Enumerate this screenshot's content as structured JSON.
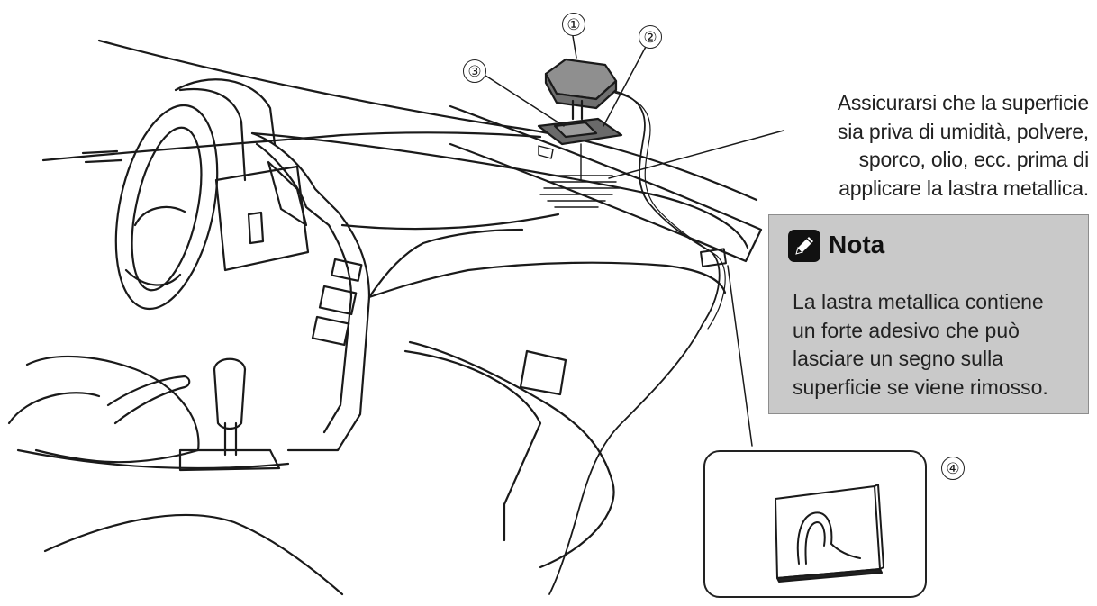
{
  "callouts": {
    "n1": "①",
    "n2": "②",
    "n3": "③",
    "n4": "④"
  },
  "surface_note": {
    "lines": [
      "Assicurarsi che la superficie",
      "sia priva di umidità, polvere,",
      "sporco, olio, ecc. prima di",
      "applicare la lastra metallica."
    ]
  },
  "note": {
    "icon": "pencil-icon",
    "title": "Nota",
    "lines": [
      "La lastra metallica contiene",
      "un forte adesivo che può",
      "lasciare un segno sulla",
      "superficie se viene rimosso."
    ],
    "background": "#c9c9c9"
  }
}
